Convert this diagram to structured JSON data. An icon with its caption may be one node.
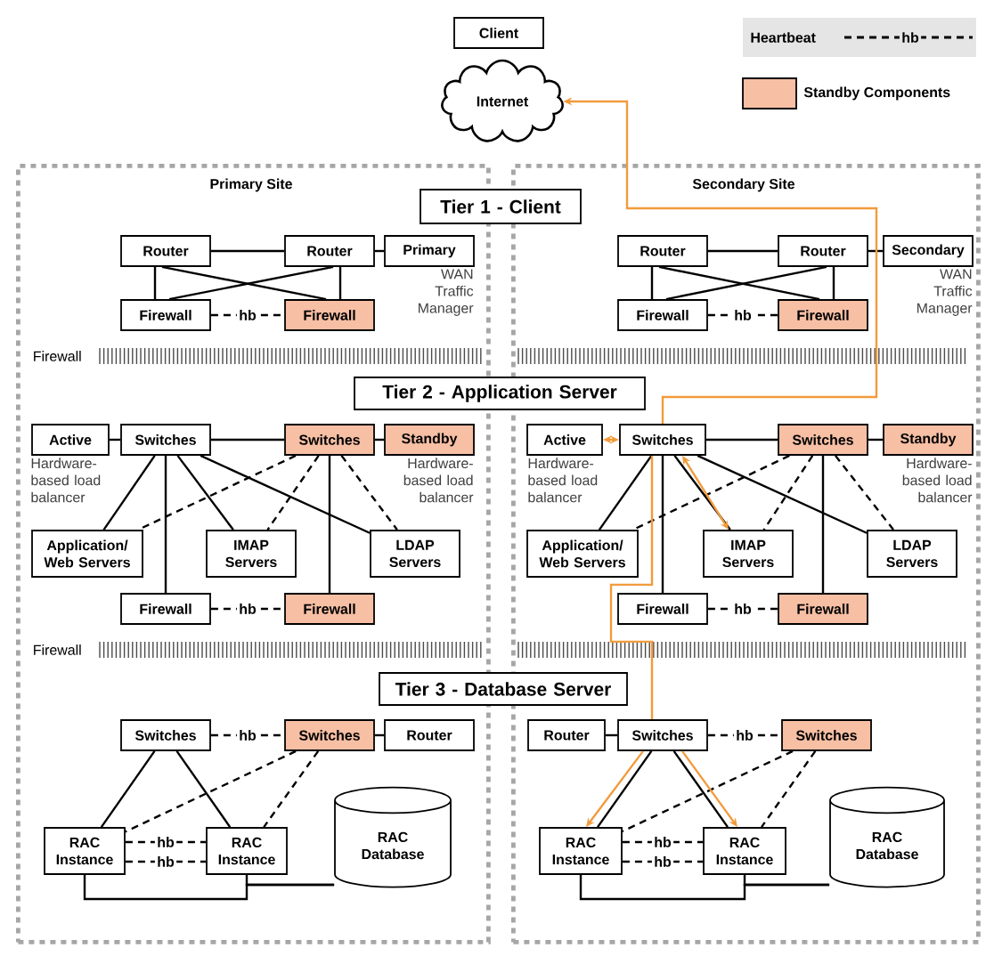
{
  "diagram": {
    "nodes": [
      {
        "text": [
          "Client"
        ]
      },
      {
        "text": [
          "Internet"
        ]
      },
      {
        "text": [
          "Primary Site"
        ]
      },
      {
        "text": [
          "Secondary Site"
        ]
      },
      {
        "text": [
          "Tier 1 - Client"
        ]
      },
      {
        "text": [
          "Tier 2 - Application Server"
        ]
      },
      {
        "text": [
          "Tier 3 - Database Server"
        ]
      },
      {
        "text": [
          "Router"
        ],
        "in": 2
      },
      {
        "text": [
          "Router"
        ],
        "in": 2
      },
      {
        "text": [
          "Primary"
        ],
        "beside": [
          "WAN Traffic Manager"
        ],
        "in": 2
      },
      {
        "text": [
          "Firewall"
        ],
        "in": 2
      },
      {
        "text": [
          "Firewall"
        ],
        "in": 2
      },
      {
        "text": [
          "Active"
        ],
        "beside": [
          "Hardware-based load balancer"
        ],
        "in": 2
      },
      {
        "text": [
          "Switches"
        ],
        "in": 2
      },
      {
        "text": [
          "Switches"
        ],
        "in": 2
      },
      {
        "text": [
          "Standby"
        ],
        "beside": [
          "Hardware-based load balancer"
        ],
        "in": 2
      },
      {
        "text": [
          "Application/ Web Servers"
        ],
        "in": 2
      },
      {
        "text": [
          "IMAP Servers"
        ],
        "in": 2
      },
      {
        "text": [
          "LDAP Servers"
        ],
        "in": 2
      },
      {
        "text": [
          "Firewall"
        ],
        "in": 2
      },
      {
        "text": [
          "Firewall"
        ],
        "in": 2
      },
      {
        "text": [
          "Switches"
        ],
        "in": 2
      },
      {
        "text": [
          "Switches"
        ],
        "in": 2
      },
      {
        "text": [
          "Router"
        ],
        "in": 2
      },
      {
        "text": [
          "RAC Instance"
        ],
        "in": 2
      },
      {
        "text": [
          "RAC Instance"
        ],
        "in": 2
      },
      {
        "text": [
          "RAC Database"
        ],
        "in": 2
      },
      {
        "text": [
          "Router"
        ],
        "in": 3
      },
      {
        "text": [
          "Router"
        ],
        "in": 3
      },
      {
        "text": [
          "Secondary"
        ],
        "beside": [
          "WAN Traffic Manager"
        ],
        "in": 3
      },
      {
        "text": [
          "Firewall"
        ],
        "in": 3
      },
      {
        "text": [
          "Firewall"
        ],
        "in": 3
      },
      {
        "text": [
          "Active"
        ],
        "beside": [
          "Hardware-based load balancer"
        ],
        "in": 3
      },
      {
        "text": [
          "Switches"
        ],
        "in": 3
      },
      {
        "text": [
          "Switches"
        ],
        "in": 3
      },
      {
        "text": [
          "Standby"
        ],
        "beside": [
          "Hardware-based load balancer"
        ],
        "in": 3
      },
      {
        "text": [
          "Application/ Web Servers"
        ],
        "in": 3
      },
      {
        "text": [
          "IMAP Servers"
        ],
        "in": 3
      },
      {
        "text": [
          "LDAP Servers"
        ],
        "in": 3
      },
      {
        "text": [
          "Firewall"
        ],
        "in": 3
      },
      {
        "text": [
          "Firewall"
        ],
        "in": 3
      },
      {
        "text": [
          "Router"
        ],
        "in": 3
      },
      {
        "text": [
          "Switches"
        ],
        "in": 3
      },
      {
        "text": [
          "Switches"
        ],
        "in": 3
      },
      {
        "text": [
          "RAC Instance"
        ],
        "in": 3
      },
      {
        "text": [
          "RAC Instance"
        ],
        "in": 3
      },
      {
        "text": [
          "RAC Database"
        ],
        "in": 3
      }
    ],
    "edges": [
      {
        "from": 7,
        "to": 8,
        "arrow": "none"
      },
      {
        "from": 8,
        "to": 9,
        "arrow": "none"
      },
      {
        "from": 7,
        "to": 10,
        "arrow": "none"
      },
      {
        "from": 8,
        "to": 11,
        "arrow": "none"
      },
      {
        "from": 7,
        "to": 11,
        "arrow": "none"
      },
      {
        "from": 8,
        "to": 10,
        "arrow": "none"
      },
      {
        "from": 10,
        "to": 11,
        "arrow": "none",
        "label": "hb",
        "style": "dashed"
      },
      {
        "from": 12,
        "to": 13,
        "arrow": "none"
      },
      {
        "from": 13,
        "to": 14,
        "arrow": "none"
      },
      {
        "from": 14,
        "to": 15,
        "arrow": "none"
      },
      {
        "from": 13,
        "to": 16,
        "arrow": "none"
      },
      {
        "from": 13,
        "to": 17,
        "arrow": "none"
      },
      {
        "from": 13,
        "to": 18,
        "arrow": "none"
      },
      {
        "from": 13,
        "to": 19,
        "arrow": "none"
      },
      {
        "from": 14,
        "to": 20,
        "arrow": "none"
      },
      {
        "from": 14,
        "to": 16,
        "arrow": "none",
        "style": "dashed"
      },
      {
        "from": 14,
        "to": 17,
        "arrow": "none",
        "style": "dashed"
      },
      {
        "from": 14,
        "to": 18,
        "arrow": "none",
        "style": "dashed"
      },
      {
        "from": 19,
        "to": 20,
        "arrow": "none",
        "label": "hb",
        "style": "dashed"
      },
      {
        "from": 21,
        "to": 22,
        "arrow": "none",
        "label": "hb",
        "style": "dashed"
      },
      {
        "from": 22,
        "to": 23,
        "arrow": "none"
      },
      {
        "from": 21,
        "to": 24,
        "arrow": "none"
      },
      {
        "from": 21,
        "to": 25,
        "arrow": "none"
      },
      {
        "from": 22,
        "to": 24,
        "arrow": "none",
        "style": "dashed"
      },
      {
        "from": 22,
        "to": 25,
        "arrow": "none",
        "style": "dashed"
      },
      {
        "from": 24,
        "to": 25,
        "arrow": "none",
        "label": "hb",
        "style": "dashed"
      },
      {
        "from": 24,
        "to": 25,
        "arrow": "none",
        "label": "hb",
        "style": "dashed"
      },
      {
        "from": 24,
        "to": 26,
        "arrow": "none"
      },
      {
        "from": 25,
        "to": 26,
        "arrow": "none"
      },
      {
        "from": 27,
        "to": 28,
        "arrow": "none"
      },
      {
        "from": 28,
        "to": 29,
        "arrow": "none"
      },
      {
        "from": 27,
        "to": 30,
        "arrow": "none"
      },
      {
        "from": 28,
        "to": 31,
        "arrow": "none"
      },
      {
        "from": 27,
        "to": 31,
        "arrow": "none"
      },
      {
        "from": 28,
        "to": 30,
        "arrow": "none"
      },
      {
        "from": 30,
        "to": 31,
        "arrow": "none",
        "label": "hb",
        "style": "dashed"
      },
      {
        "from": 32,
        "to": 33,
        "arrow": "both",
        "color": "#f29b3c"
      },
      {
        "from": 33,
        "to": 34,
        "arrow": "none"
      },
      {
        "from": 34,
        "to": 35,
        "arrow": "none"
      },
      {
        "from": 33,
        "to": 36,
        "arrow": "none"
      },
      {
        "from": 33,
        "to": 37,
        "arrow": "none"
      },
      {
        "from": 33,
        "to": 38,
        "arrow": "none"
      },
      {
        "from": 33,
        "to": 39,
        "arrow": "none"
      },
      {
        "from": 34,
        "to": 40,
        "arrow": "none"
      },
      {
        "from": 34,
        "to": 36,
        "arrow": "none",
        "style": "dashed"
      },
      {
        "from": 34,
        "to": 37,
        "arrow": "none",
        "style": "dashed"
      },
      {
        "from": 34,
        "to": 38,
        "arrow": "none",
        "style": "dashed"
      },
      {
        "from": 39,
        "to": 40,
        "arrow": "none",
        "label": "hb",
        "style": "dashed"
      },
      {
        "from": 33,
        "to": 37,
        "arrow": "both",
        "color": "#f29b3c"
      },
      {
        "from": 41,
        "to": 42,
        "arrow": "none"
      },
      {
        "from": 42,
        "to": 43,
        "arrow": "none",
        "label": "hb",
        "style": "dashed"
      },
      {
        "from": 42,
        "to": 44,
        "arrow": "none"
      },
      {
        "from": 42,
        "to": 45,
        "arrow": "none"
      },
      {
        "from": 43,
        "to": 44,
        "arrow": "none",
        "style": "dashed"
      },
      {
        "from": 43,
        "to": 45,
        "arrow": "none",
        "style": "dashed"
      },
      {
        "from": 44,
        "to": 45,
        "arrow": "none",
        "label": "hb",
        "style": "dashed"
      },
      {
        "from": 44,
        "to": 45,
        "arrow": "none",
        "label": "hb",
        "style": "dashed"
      },
      {
        "from": 44,
        "to": 46,
        "arrow": "none"
      },
      {
        "from": 45,
        "to": 46,
        "arrow": "none"
      },
      {
        "from": 33,
        "to": 1,
        "arrow": "to",
        "color": "#f29b3c"
      },
      {
        "from": 33,
        "to": 42,
        "arrow": "none",
        "color": "#f29b3c"
      },
      {
        "from": 42,
        "to": 44,
        "arrow": "to",
        "color": "#f29b3c"
      },
      {
        "from": 42,
        "to": 45,
        "arrow": "to",
        "color": "#f29b3c"
      }
    ],
    "labels": [
      "hb",
      "Firewall",
      "Firewall"
    ],
    "legend": [
      {
        "text": "Heartbeat"
      },
      {
        "text": "Standby Components",
        "color": "#f7bfa4"
      }
    ]
  }
}
